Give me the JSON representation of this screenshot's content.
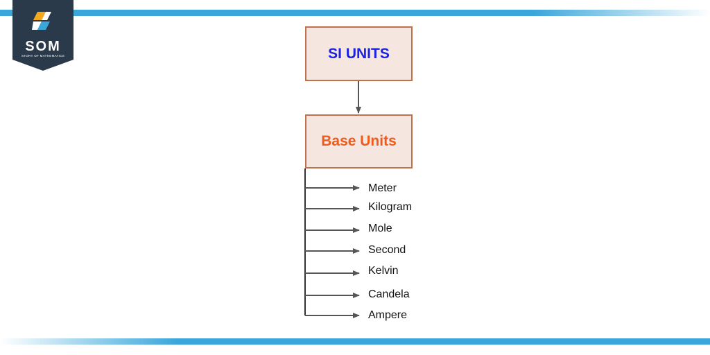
{
  "logo": {
    "text": "SOM",
    "subtitle": "STORY OF MATHEMATICS"
  },
  "diagram": {
    "root": "SI UNITS",
    "child": "Base Units",
    "units": [
      "Meter",
      "Kilogram",
      "Mole",
      "Second",
      "Kelvin",
      "Candela",
      "Ampere"
    ]
  },
  "colors": {
    "accent_bar": "#3aa6da",
    "logo_bg": "#2b3a4a",
    "box_fill": "#f5e6e0",
    "box_border": "#c0704a",
    "root_text": "#1a22e6",
    "child_text": "#f05a1a"
  }
}
